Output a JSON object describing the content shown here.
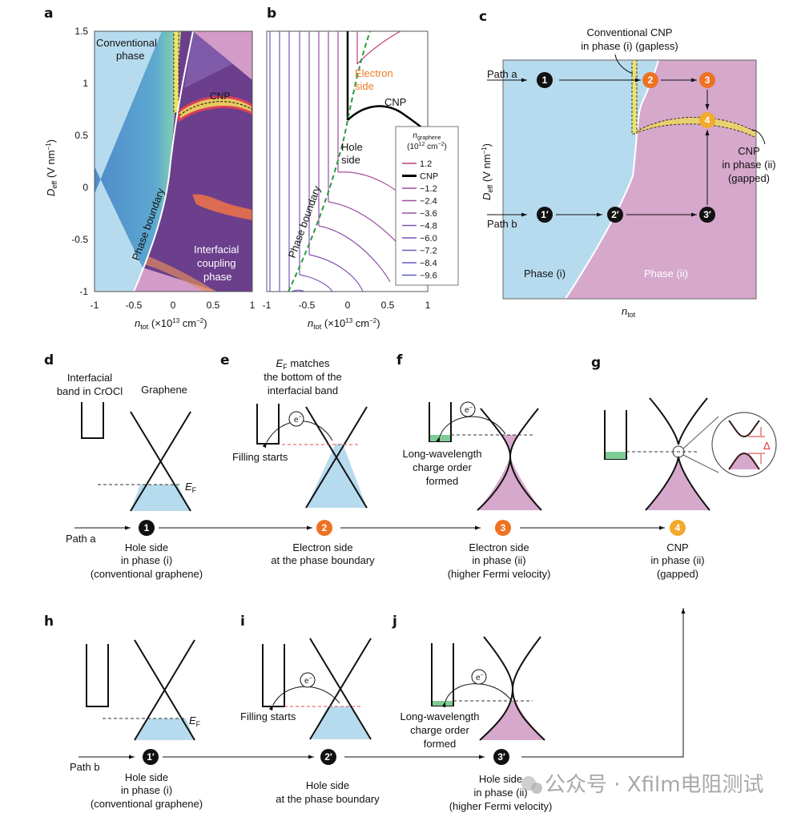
{
  "colors": {
    "phase_i": "#b7dbee",
    "phase_ii": "#d6a8cc",
    "plasma_dark": "#6b3f8c",
    "heat_hot": "#e8704a",
    "cnp_band": "#e8c860",
    "orange": "#ee7224",
    "yellow_orange": "#f3a92b",
    "black": "#111111",
    "green_fill": "#7fcb95",
    "boundary_green": "#2a9a3a",
    "red_dash": "#e05050",
    "electron_orange": "#ee7a22"
  },
  "panels": {
    "a": {
      "letter": "a",
      "ylabel": "D",
      "ylabel_sub": "eff",
      "ylabel_unit": " (V nm",
      "ylabel_sup": "−1",
      "ylabel_close": ")",
      "xlabel": "n",
      "xlabel_sub": "tot",
      "xlabel_unit": " (×10",
      "xlabel_sup1": "13",
      "xlabel_unit2": " cm",
      "xlabel_sup2": "−2",
      "xlabel_close": ")",
      "yticks": [
        "1.5",
        "1",
        "0.5",
        "0",
        "-0.5",
        "-1"
      ],
      "xticks": [
        "-1",
        "-0.5",
        "0",
        "0.5",
        "1"
      ],
      "label_conventional_1": "Conventional",
      "label_conventional_2": "phase",
      "label_cnp": "CNP",
      "label_boundary": "Phase boundary",
      "label_interfacial_1": "Interfacial",
      "label_interfacial_2": "coupling",
      "label_interfacial_3": "phase"
    },
    "b": {
      "letter": "b",
      "xticks": [
        "-1",
        "-0.5",
        "0",
        "0.5",
        "1"
      ],
      "label_electron_1": "Electron",
      "label_electron_2": "side",
      "label_hole_1": "Hole",
      "label_hole_2": "side",
      "label_cnp": "CNP",
      "label_boundary": "Phase boundary",
      "legend_title": "n",
      "legend_title_sub": "graphene",
      "legend_unit": "(10",
      "legend_unit_sup": "12",
      "legend_unit2": " cm",
      "legend_unit_sup2": "−2",
      "legend_unit_close": ")",
      "legend": [
        {
          "label": "1.2",
          "color": "#c0407a"
        },
        {
          "label": "CNP",
          "color": "#000000"
        },
        {
          "label": "−1.2",
          "color": "#a34d9c"
        },
        {
          "label": "−2.4",
          "color": "#9b4fa3"
        },
        {
          "label": "−3.6",
          "color": "#9152aa"
        },
        {
          "label": "−4.8",
          "color": "#8755b0"
        },
        {
          "label": "−6.0",
          "color": "#7c57b5"
        },
        {
          "label": "−7.2",
          "color": "#7259bb"
        },
        {
          "label": "−8.4",
          "color": "#675cc0"
        },
        {
          "label": "−9.6",
          "color": "#5d5ec4"
        }
      ]
    },
    "c": {
      "letter": "c",
      "annotation_top_1": "Conventional CNP",
      "annotation_top_2": "in phase (i) (gapless)",
      "path_a": "Path a",
      "path_b": "Path b",
      "annotation_right_1": "CNP",
      "annotation_right_2": "in phase (ii)",
      "annotation_right_3": "(gapped)",
      "phase_i": "Phase (i)",
      "phase_ii": "Phase (ii)",
      "xlabel": "n",
      "xlabel_sub": "tot",
      "ylabel": "D",
      "ylabel_sub": "eff",
      "ylabel_unit": " (V nm",
      "ylabel_sup": "−1",
      "ylabel_close": ")",
      "nodes": [
        "1",
        "2",
        "3",
        "4",
        "1′",
        "2′",
        "3′"
      ]
    },
    "d": {
      "letter": "d",
      "title_band_1": "Interfacial",
      "title_band_2": "band in CrOCl",
      "title_graphene": "Graphene",
      "ef": "E",
      "ef_sub": "F",
      "node": "1",
      "path": "Path a",
      "cap1": "Hole side",
      "cap2": "in phase (i)",
      "cap3": "(conventional graphene)"
    },
    "e": {
      "letter": "e",
      "title_1_ef": "E",
      "title_1_sub": "F",
      "title_1_rest": " matches",
      "title_2": "the bottom of the",
      "title_3": "interfacial band",
      "electron": "e",
      "electron_sup": "−",
      "filling": "Filling starts",
      "node": "2",
      "cap1": "Electron side",
      "cap2": "at the phase boundary"
    },
    "f": {
      "letter": "f",
      "electron": "e",
      "electron_sup": "−",
      "order_1": "Long-wavelength",
      "order_2": "charge order",
      "order_3": "formed",
      "node": "3",
      "cap1": "Electron side",
      "cap2": "in phase (ii)",
      "cap3": "(higher Fermi velocity)"
    },
    "g": {
      "letter": "g",
      "gap": "Δ",
      "node": "4",
      "cap1": "CNP",
      "cap2": "in phase (ii)",
      "cap3": "(gapped)"
    },
    "h": {
      "letter": "h",
      "ef": "E",
      "ef_sub": "F",
      "node": "1′",
      "path": "Path b",
      "cap1": "Hole side",
      "cap2": "in phase (i)",
      "cap3": "(conventional graphene)"
    },
    "i": {
      "letter": "i",
      "electron": "e",
      "electron_sup": "−",
      "filling": "Filling starts",
      "node": "2′",
      "cap1": "Hole side",
      "cap2": "at the phase boundary"
    },
    "j": {
      "letter": "j",
      "electron": "e",
      "electron_sup": "−",
      "order_1": "Long-wavelength",
      "order_2": "charge order",
      "order_3": "formed",
      "node": "3′",
      "cap1": "Hole side",
      "cap2": "in phase (ii)",
      "cap3": "(higher Fermi velocity)"
    }
  },
  "watermark": "公众号 · Xfilm电阻测试"
}
